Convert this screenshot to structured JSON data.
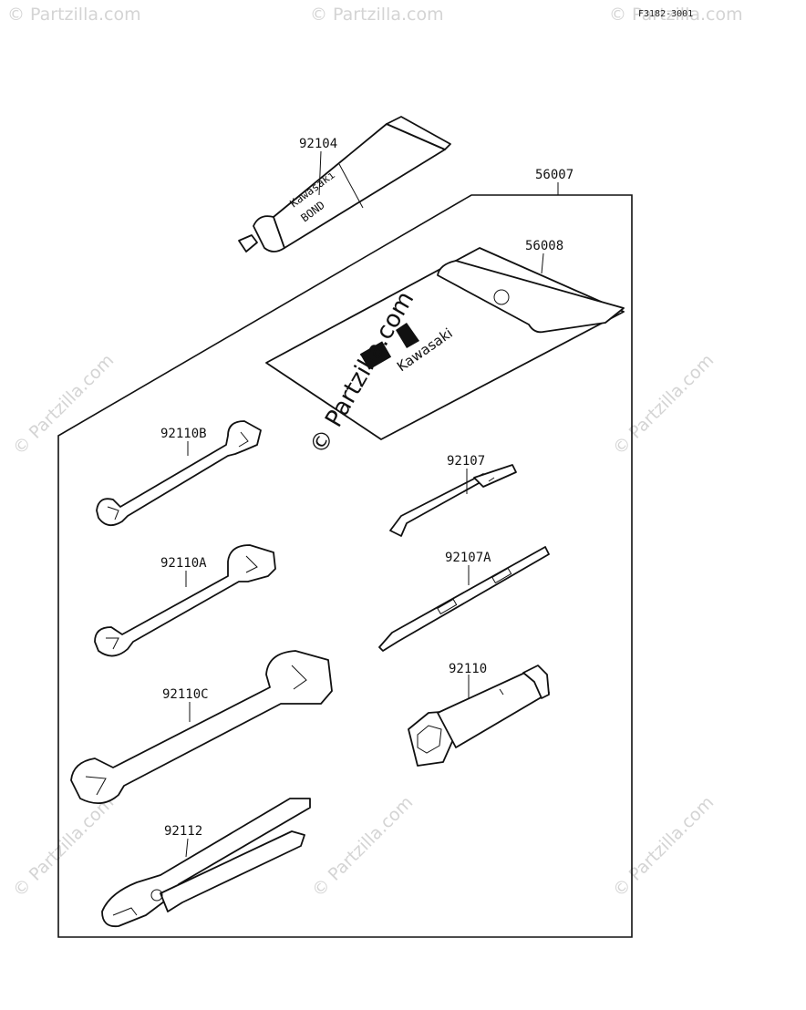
{
  "diagram": {
    "code": "F3182-3001",
    "labels": {
      "kit": "56007",
      "bag": "56008",
      "bond": "92104",
      "wrench_b": "92110B",
      "wrench_a": "92110A",
      "wrench_c": "92110C",
      "pliers": "92112",
      "screwdriver": "92107",
      "screwdriver_a": "92107A",
      "plug_wrench": "92110"
    },
    "tube_text": [
      "Kawasaki",
      "BOND"
    ],
    "bag_text": "Kawasaki",
    "watermark": "© Partzilla.com",
    "colors": {
      "line": "#111111",
      "watermark": "#d4d4d4"
    }
  }
}
